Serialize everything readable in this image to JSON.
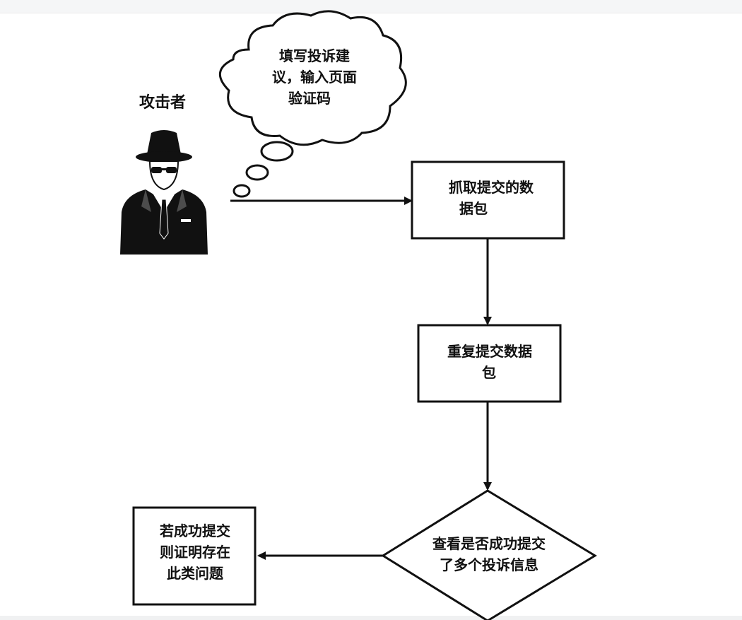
{
  "diagram": {
    "actor_label": "攻击者",
    "thought_bubble": {
      "lines": [
        "填写投诉建",
        "议，输入页面",
        "验证码"
      ]
    },
    "step1": {
      "lines": [
        "抓取提交的数",
        "据包"
      ]
    },
    "step2": {
      "lines": [
        "重复提交数据",
        "包"
      ]
    },
    "decision": {
      "lines": [
        "查看是否成功提交",
        "了多个投诉信息"
      ]
    },
    "result": {
      "lines": [
        "若成功提交",
        "则证明存在",
        "此类问题"
      ]
    }
  }
}
